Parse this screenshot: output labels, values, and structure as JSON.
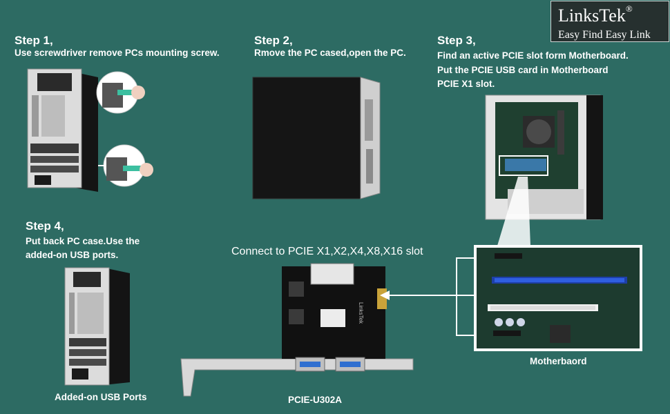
{
  "brand": {
    "name": "LinksTek",
    "reg": "®",
    "tagline": "Easy Find Easy Link"
  },
  "steps": [
    {
      "title": "Step 1,",
      "lines": [
        "Use screwdriver remove PCs mounting screw."
      ]
    },
    {
      "title": "Step 2,",
      "lines": [
        "Rmove the PC cased,open the PC."
      ]
    },
    {
      "title": "Step 3,",
      "lines": [
        "Find an active PCIE slot form Motherboard.",
        "Put the PCIE USB card in Motherboard",
        "PCIE X1 slot."
      ]
    },
    {
      "title": "Step 4,",
      "lines": [
        "Put back PC case.Use the",
        "added-on USB ports."
      ]
    }
  ],
  "connect_text": "Connect to PCIE X1,X2,X4,X8,X16 slot",
  "card_silk": "LinksTek",
  "labels": {
    "usb_ports": "Added-on USB Ports",
    "card_model": "PCIE-U302A",
    "motherboard": "Motherbaord"
  },
  "colors": {
    "background": "#2d6b63",
    "highlight": "#ffffff",
    "brand_box": "#26302f"
  }
}
